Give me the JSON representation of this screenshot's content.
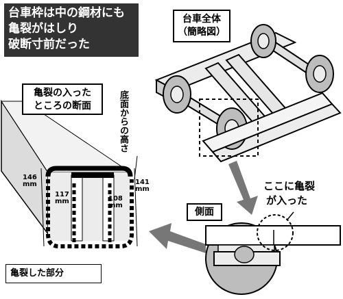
{
  "title": {
    "line1": "台車枠は中の鋼材にも",
    "line2": "亀裂がはしり",
    "line3": "破断寸前だった"
  },
  "bogie_overview": {
    "label_line1": "台車全体",
    "label_line2": "（簡略図）"
  },
  "cross_section": {
    "label_line1": "亀裂の入った",
    "label_line2": "ところの断面",
    "height_label": "底面からの高さ",
    "dims": {
      "outer_left": {
        "value": "146",
        "unit": "mm"
      },
      "outer_right": {
        "value": "141",
        "unit": "mm"
      },
      "inner_left": {
        "value": "117",
        "unit": "mm"
      },
      "inner_right": {
        "value": "108",
        "unit": "mm"
      }
    }
  },
  "side_view": {
    "label": "側面",
    "crack_label_line1": "ここに亀裂",
    "crack_label_line2": "が入った"
  },
  "legend": {
    "label": "亀裂した部分"
  },
  "colors": {
    "title_bg": "#333333",
    "arrow": "#777777",
    "frame_fill": "#ececec",
    "shade": "#bdbdbd"
  }
}
